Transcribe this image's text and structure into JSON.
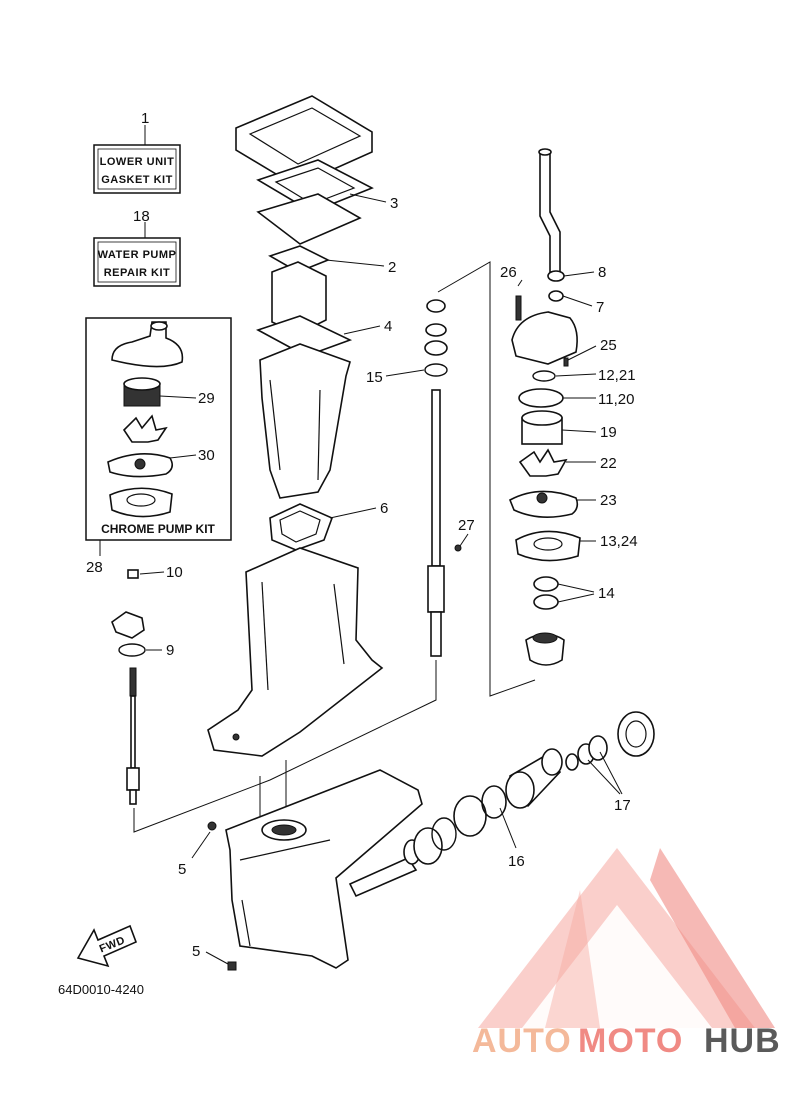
{
  "diagram": {
    "part_code": "64D0010-4240",
    "fwd_label": "FWD",
    "kit_boxes": {
      "lower_unit": [
        "LOWER UNIT",
        "GASKET KIT"
      ],
      "water_pump": [
        "WATER PUMP",
        "REPAIR KIT"
      ],
      "chrome_pump_kit": "CHROME PUMP KIT"
    },
    "callouts": {
      "c1": "1",
      "c18": "18",
      "c3": "3",
      "c2": "2",
      "c4": "4",
      "c6": "6",
      "c29": "29",
      "c30": "30",
      "c28": "28",
      "c10": "10",
      "c9": "9",
      "c5a": "5",
      "c5b": "5",
      "c15": "15",
      "c27": "27",
      "c26": "26",
      "c8": "8",
      "c7": "7",
      "c25": "25",
      "c12_21": "12,21",
      "c11_20": "11,20",
      "c19": "19",
      "c22": "22",
      "c23": "23",
      "c13_24": "13,24",
      "c14": "14",
      "c17": "17",
      "c16": "16"
    }
  },
  "watermark": {
    "part1": "AUTO",
    "part2": "MOTO",
    "part3": "HUB",
    "colors": {
      "light": "#f4b99a",
      "red": "#f08a84",
      "gray": "#5a5a5a"
    }
  }
}
